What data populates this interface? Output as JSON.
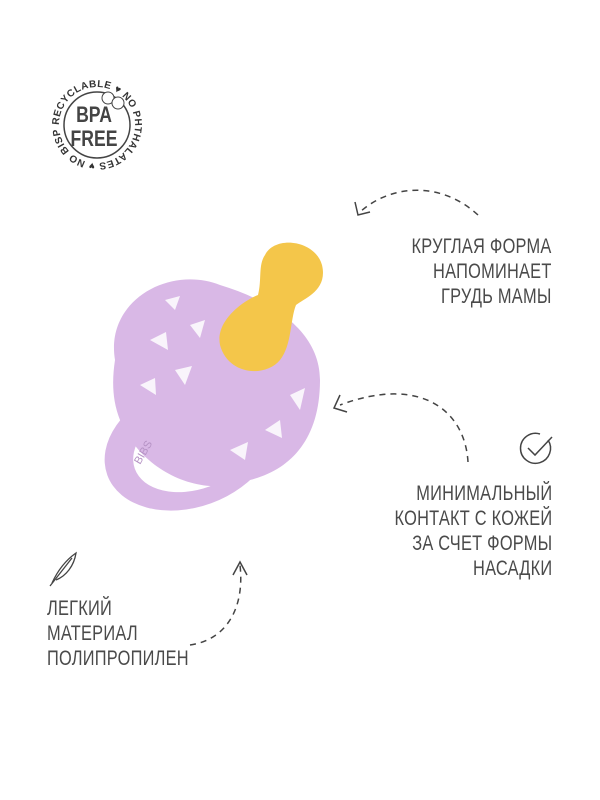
{
  "badge": {
    "main_line1": "BPA",
    "main_line2": "FREE",
    "ring_text": "RECYCLABLE ♥ NO PHTHALATES ♥ NO BISPHENOL A ♥"
  },
  "features": [
    {
      "icon": "circle-arrow-icon",
      "lines": [
        "КРУГЛАЯ ФОРМА",
        "НАПОМИНАЕТ",
        "ГРУДЬ МАМЫ"
      ]
    },
    {
      "icon": "check-circle-icon",
      "lines": [
        "МИНИМАЛЬНЫЙ",
        "КОНТАКТ С КОЖЕЙ",
        "ЗА СЧЕТ ФОРМЫ",
        "НАСАДКИ"
      ]
    },
    {
      "icon": "feather-icon",
      "lines": [
        "ЛЕГКИЙ",
        "МАТЕРИАЛ",
        "ПОЛИПРОПИЛЕН"
      ]
    }
  ],
  "product": {
    "brand_mark": "BIBS"
  },
  "colors": {
    "shield": "#d9b8e6",
    "nipple": "#f4c64a",
    "text": "#4a4a4a"
  }
}
